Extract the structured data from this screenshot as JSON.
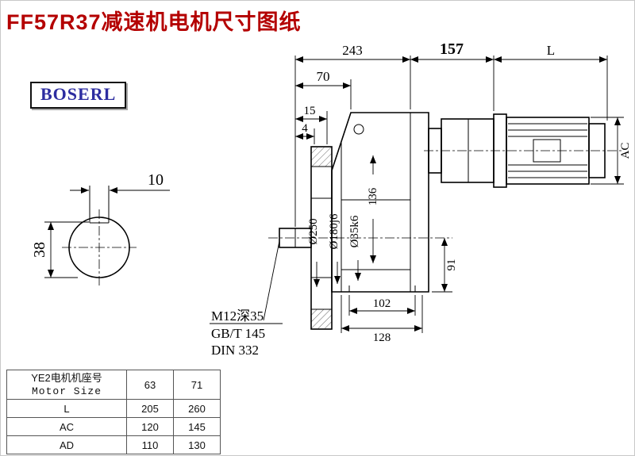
{
  "page": {
    "title": "FF57R37减速机电机尺寸图纸",
    "brand": "BOSERL"
  },
  "drawing": {
    "top_dims": {
      "d243": "243",
      "d157": "157",
      "dL": "L",
      "d70": "70",
      "d15": "15",
      "d4": "4"
    },
    "shaft_section": {
      "key_width": "10",
      "key_height": "38"
    },
    "diameters": {
      "flange": "Ø250",
      "spigot": "Ø180j6",
      "shaft": "Ø35k6"
    },
    "side_dims": {
      "d136": "136",
      "d91": "91",
      "dAC": "AC"
    },
    "bottom_dims": {
      "d102": "102",
      "d128": "128"
    },
    "notes": {
      "tap": "M12深35",
      "std1": "GB/T 145",
      "std2": "DIN 332"
    }
  },
  "table": {
    "header": {
      "cn": "YE2电机机座号",
      "en": "Motor Size",
      "sizes": [
        "63",
        "71"
      ]
    },
    "rows": [
      {
        "label": "L",
        "values": [
          "205",
          "260"
        ]
      },
      {
        "label": "AC",
        "values": [
          "120",
          "145"
        ]
      },
      {
        "label": "AD",
        "values": [
          "110",
          "130"
        ]
      }
    ]
  },
  "colors": {
    "title": "#b40000",
    "brand_text": "#2d2da0",
    "line": "#000000"
  }
}
